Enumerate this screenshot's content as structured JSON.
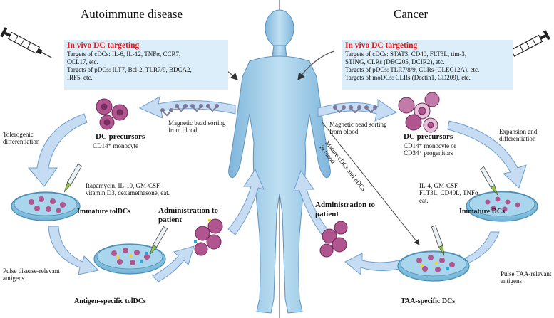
{
  "left": {
    "heading": "Autoimmune disease",
    "in_vivo_title": "In vivo DC targeting",
    "in_vivo_lines": [
      "Targets of cDCs: IL-6, IL-12, TNFα, CCR7,",
      "CCL17, etc.",
      "Targets of pDCs: ILT7, Bcl-2, TLR7/9, BDCA2,",
      "IRF5, etc."
    ],
    "sorting": [
      "Magnetic bead sorting",
      "from blood"
    ],
    "precursors_title": "DC precursors",
    "precursors_sub": "CD14⁺ monocyte",
    "differentiation": [
      "Tolerogenic",
      "differentiation"
    ],
    "factors": [
      "Rapamycin, IL-10, GM-CSF,",
      "vitamin D3, dexamethasone, eat."
    ],
    "immature": "Immature tolDCs",
    "pulse": [
      "Pulse disease-relevant",
      "antigens"
    ],
    "antigen_specific": "Antigen-specific tolDCs",
    "administration": [
      "Administration to",
      "patient"
    ]
  },
  "right": {
    "heading": "Cancer",
    "in_vivo_title": "In vivo DC targeting",
    "in_vivo_lines": [
      "Targets of cDCs: STAT3, CD40, FLT3L, tim-3,",
      "STING, CLRs (DEC205, DCIR2), etc.",
      "Targets of pDCs: TLR7/8/9, CLRs (CLEC12A), etc.",
      "Targets of moDCs: CLRs (Dectin1, CD209), etc."
    ],
    "sorting": [
      "Magnetic bead sorting",
      "from blood"
    ],
    "precursors_title": "DC precursors",
    "precursors_sub": [
      "CD14⁺ monocyte or",
      "CD34⁺ progenitors"
    ],
    "expansion": [
      "Expansion and",
      "differentiation"
    ],
    "factors": [
      "IL-4, GM-CSF,",
      "FLT3L, CD40L, TNFα",
      "eat."
    ],
    "immature": "Immature DCs",
    "mature_label": [
      "Mature cDCs and pDCs",
      "in blood"
    ],
    "pulse": [
      "Pulse TAA-relevant",
      "antigens"
    ],
    "taa_specific": "TAA-specific DCs",
    "administration": [
      "Administration to",
      "patient"
    ]
  },
  "colors": {
    "box_bg": "#dceefa",
    "title_red": "#e01a1a",
    "arrow_fill": "#c5dcf2",
    "arrow_stroke": "#6f9fcd",
    "body": "#9cc9e6",
    "dish": "#8ac6e2",
    "cell": "#b0558f",
    "syringe_tip": "#8ec63f"
  }
}
